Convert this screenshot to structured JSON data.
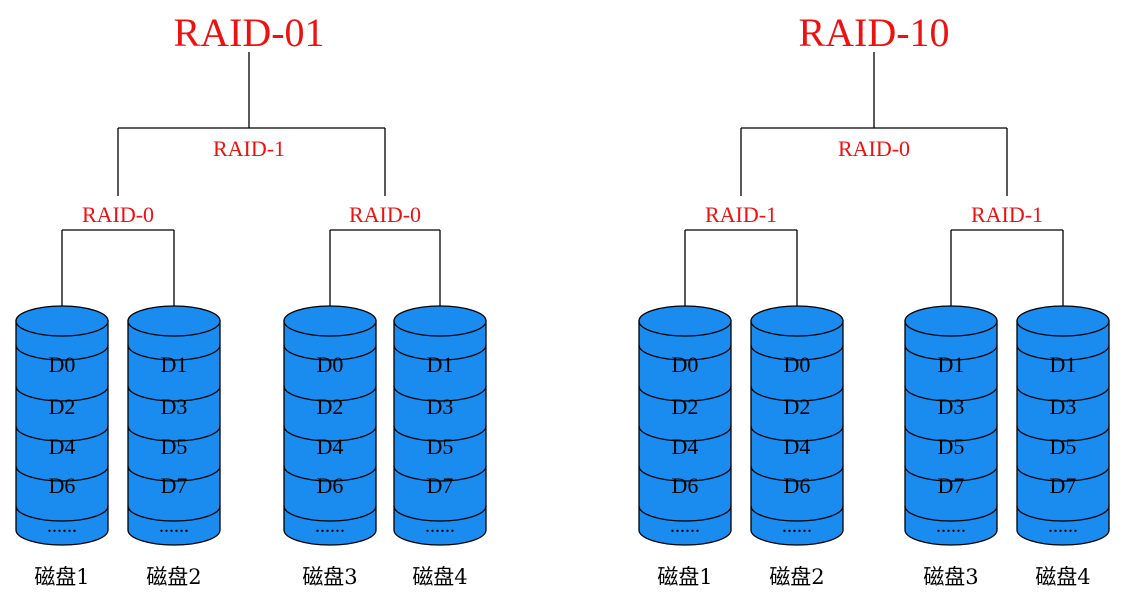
{
  "colors": {
    "accent": "#ee1111",
    "disk_fill": "#1a8cf0",
    "line": "#000000"
  },
  "diagrams": [
    {
      "title": "RAID-01",
      "top_level": "RAID-1",
      "groups": [
        {
          "label": "RAID-0",
          "disks": [
            {
              "label": "磁盘1",
              "blocks": [
                "D0",
                "D2",
                "D4",
                "D6"
              ],
              "ellipsis": "......"
            },
            {
              "label": "磁盘2",
              "blocks": [
                "D1",
                "D3",
                "D5",
                "D7"
              ],
              "ellipsis": "......"
            }
          ]
        },
        {
          "label": "RAID-0",
          "disks": [
            {
              "label": "磁盘3",
              "blocks": [
                "D0",
                "D2",
                "D4",
                "D6"
              ],
              "ellipsis": "......"
            },
            {
              "label": "磁盘4",
              "blocks": [
                "D1",
                "D3",
                "D5",
                "D7"
              ],
              "ellipsis": "......"
            }
          ]
        }
      ]
    },
    {
      "title": "RAID-10",
      "top_level": "RAID-0",
      "groups": [
        {
          "label": "RAID-1",
          "disks": [
            {
              "label": "磁盘1",
              "blocks": [
                "D0",
                "D2",
                "D4",
                "D6"
              ],
              "ellipsis": "......"
            },
            {
              "label": "磁盘2",
              "blocks": [
                "D0",
                "D2",
                "D4",
                "D6"
              ],
              "ellipsis": "......"
            }
          ]
        },
        {
          "label": "RAID-1",
          "disks": [
            {
              "label": "磁盘3",
              "blocks": [
                "D1",
                "D3",
                "D5",
                "D7"
              ],
              "ellipsis": "......"
            },
            {
              "label": "磁盘4",
              "blocks": [
                "D1",
                "D3",
                "D5",
                "D7"
              ],
              "ellipsis": "......"
            }
          ]
        }
      ]
    }
  ]
}
